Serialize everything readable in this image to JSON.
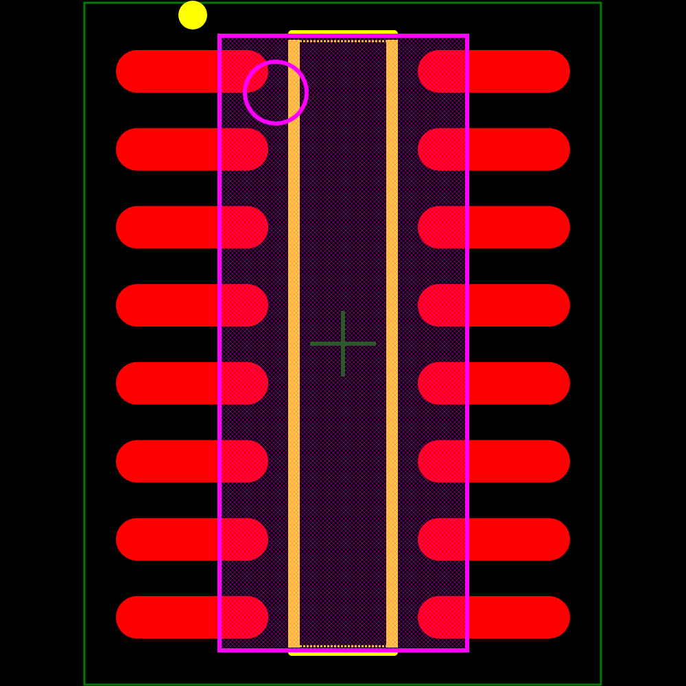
{
  "footprint": {
    "pin_count": 16,
    "pins_per_side": 8,
    "rows": [
      "left",
      "right"
    ],
    "pin1_marker": "circle",
    "origin_marker": "crosshair"
  },
  "layers": {
    "background": "#000000",
    "courtyard": "#007a00",
    "copper_pads": "#ff0000",
    "fabrication_outline": "#ff00ff",
    "silkscreen": "#ffff00",
    "body_fill": "#ffcc33",
    "origin": "#2a5a2a"
  }
}
